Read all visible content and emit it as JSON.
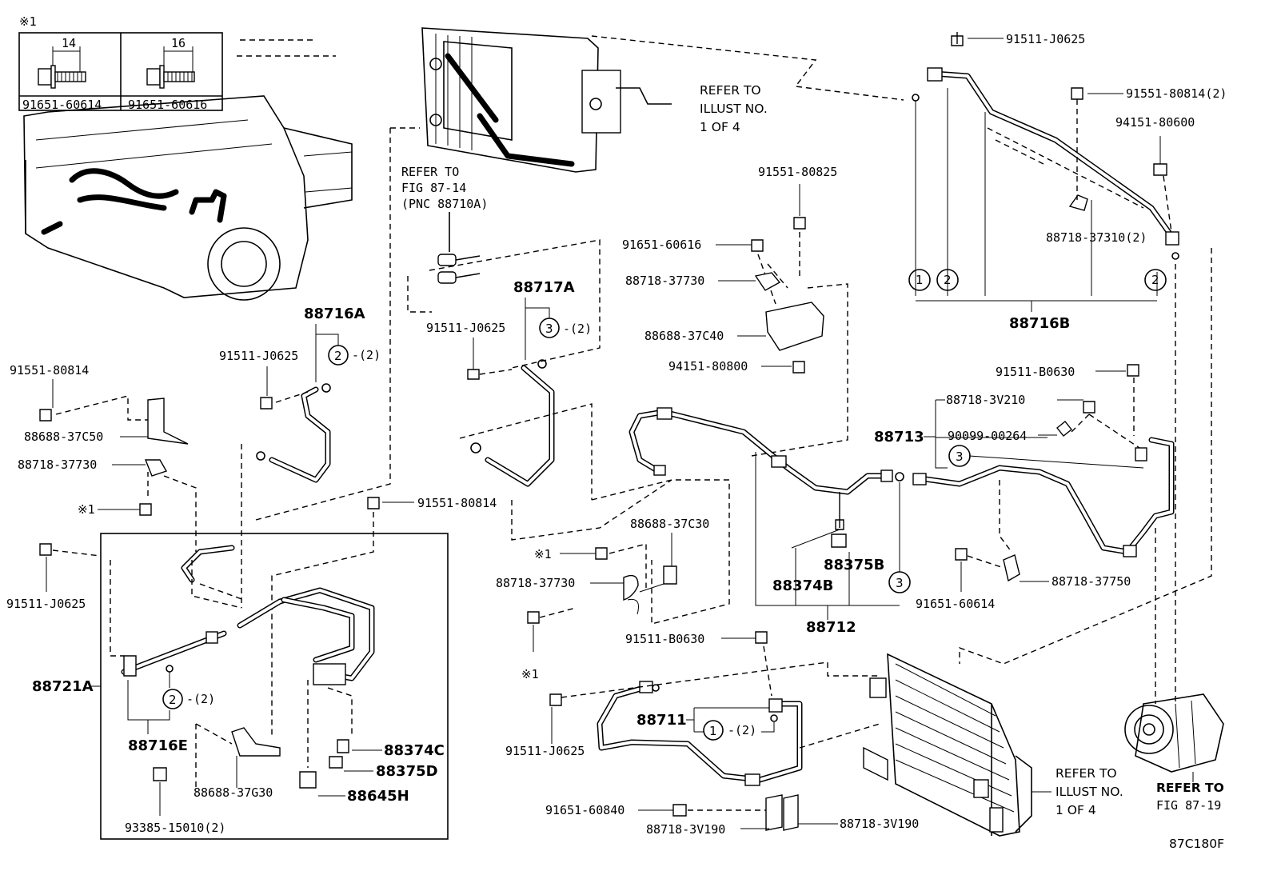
{
  "inset": {
    "mark": "※1",
    "dim_left": "14",
    "dim_right": "16",
    "part_left": "91651-60614",
    "part_right": "91651-60616"
  },
  "notes": {
    "refer_top_l1": "REFER TO",
    "refer_top_l2": "ILLUST NO.",
    "refer_top_l3": "1 OF 4",
    "refer_fig_l1": "REFER TO",
    "refer_fig_l2": "FIG 87-14",
    "refer_fig_l3": "(PNC 88710A)",
    "refer_bot_l1": "REFER TO",
    "refer_bot_l2": "ILLUST NO.",
    "refer_bot_l3": "1 OF 4",
    "refer_comp_l1": "REFER TO",
    "refer_comp_l2": "FIG 87-19",
    "code": "87C180F"
  },
  "circles": {
    "one": "1",
    "two": "2",
    "three": "3",
    "qty2": "-(2)"
  },
  "labels": {
    "p_91511_J0625_tr": "91511-J0625",
    "p_91551_80814_2": "91551-80814(2)",
    "p_94151_80600": "94151-80600",
    "p_88718_37310_2": "88718-37310(2)",
    "p_88716B": "88716B",
    "p_91551_80825": "91551-80825",
    "p_91651_60616": "91651-60616",
    "p_88718_37730_a": "88718-37730",
    "p_88688_37C40": "88688-37C40",
    "p_94151_80800": "94151-80800",
    "p_88717A": "88717A",
    "p_91511_J0625_m": "91511-J0625",
    "p_88716A": "88716A",
    "p_91511_J0625_l": "91511-J0625",
    "p_91551_80814_l": "91551-80814",
    "p_88688_37C50": "88688-37C50",
    "p_88718_37730_l": "88718-37730",
    "p_mark1_l": "※1",
    "p_91551_80814_m": "91551-80814",
    "p_91511_J0625_ll": "91511-J0625",
    "p_88721A": "88721A",
    "p_88716E": "88716E",
    "p_88374C": "88374C",
    "p_88375D": "88375D",
    "p_88645H": "88645H",
    "p_88688_37G30": "88688-37G30",
    "p_93385_15010_2": "93385-15010(2)",
    "p_91511_B0630_r": "91511-B0630",
    "p_88718_3V210": "88718-3V210",
    "p_88713": "88713",
    "p_90099_00264": "90099-00264",
    "p_88688_37C30": "88688-37C30",
    "p_mark1_m": "※1",
    "p_88718_37730_m": "88718-37730",
    "p_88375B": "88375B",
    "p_88374B": "88374B",
    "p_88712": "88712",
    "p_88718_37750": "88718-37750",
    "p_91651_60614": "91651-60614",
    "p_91511_B0630_m": "91511-B0630",
    "p_mark1_b": "※1",
    "p_88711": "88711",
    "p_91511_J0625_b": "91511-J0625",
    "p_91651_60840": "91651-60840",
    "p_88718_3V190_a": "88718-3V190",
    "p_88718_3V190_b": "88718-3V190"
  }
}
